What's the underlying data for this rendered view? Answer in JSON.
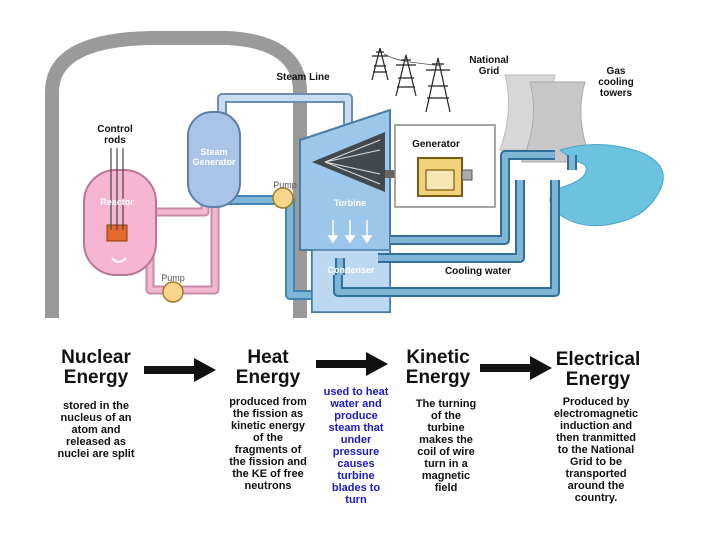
{
  "diagram": {
    "labels": {
      "steam_line": "Steam Line",
      "national_grid": "National\nGrid",
      "gas_cooling_towers": "Gas\ncooling\ntowers",
      "control_rods": "Control\nrods",
      "steam_generator": "Steam\nGenerator",
      "pump_top": "Pump",
      "pump_bottom": "Pump",
      "reactor": "Reactor",
      "generator": "Generator",
      "turbine": "Turbine",
      "condenser": "Condenser",
      "cooling_water": "Cooling water"
    },
    "colors": {
      "containment": "#9a9a9a",
      "reactor": "#f6b6d2",
      "steam_generator": "#a9c4e6",
      "primary_loop": "#f2b8d0",
      "steam_pipe": "#c8dcef",
      "cooling_pipe": "#7fb6d6",
      "turbine": "#9cc7ea",
      "generator": "#f2d27a",
      "water": "#6cc3e0",
      "pump": "#f7d58a"
    }
  },
  "stages": [
    {
      "heading": "Nuclear\nEnergy",
      "description": "stored in the\nnucleus of an\natom and\nreleased as\nnuclei are split"
    },
    {
      "heading": "Heat\nEnergy",
      "description": "produced from\nthe fission as\nkinetic energy\nof the\nfragments of\nthe fission and\nthe KE of free\nneutrons"
    },
    {
      "heading": "Kinetic\nEnergy",
      "description": "The turning\nof the\nturbine\nmakes the\ncoil of wire\nturn in a\nmagnetic\nfield"
    },
    {
      "heading": "Electrical\nEnergy",
      "description": "Produced by\nelectromagnetic\ninduction and\nthen tranmitted\nto the National\nGrid to be\ntransported\naround the\ncountry."
    }
  ],
  "steam_note": "used to heat\nwater and\nproduce\nsteam that\nunder\npressure\ncauses\nturbine\nblades to\nturn"
}
